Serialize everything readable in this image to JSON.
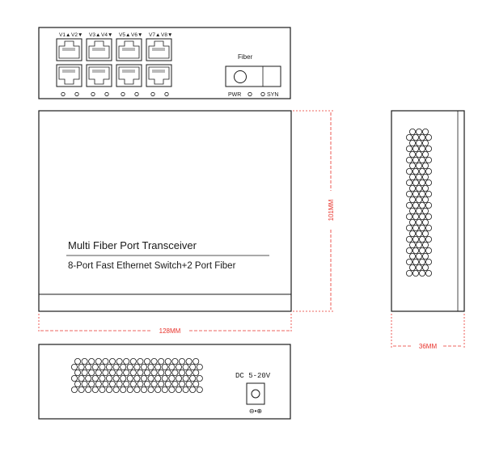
{
  "front_panel": {
    "port_labels": [
      "V1▲",
      "V2▼",
      "V3▲",
      "V4▼",
      "V5▲",
      "V6▼",
      "V7▲",
      "V8▼"
    ],
    "port_count": 8,
    "led_count": 8,
    "fiber_label": "Fiber",
    "pwr_label": "PWR",
    "syn_label": "SYN"
  },
  "top_view": {
    "title": "Multi Fiber Port Transceiver",
    "subtitle": "8-Port Fast Ethernet Switch+2 Port Fiber"
  },
  "dimensions": {
    "width": "128MM",
    "depth": "101MM",
    "height": "36MM"
  },
  "rear_panel": {
    "power_label": "DC 5-20V",
    "polarity_symbol": "⊖•⊕"
  },
  "colors": {
    "outline": "#1a1a1a",
    "dimension": "#e8322b"
  }
}
